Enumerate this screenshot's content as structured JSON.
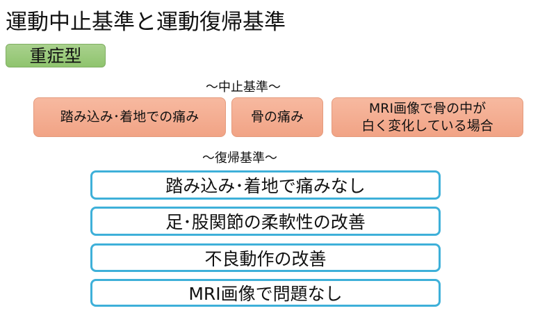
{
  "title": "運動中止基準と運動復帰基準",
  "badge": "重症型",
  "stop": {
    "heading": "～中止基準～",
    "items": [
      "踏み込み･着地での痛み",
      "骨の痛み",
      "MRI画像で骨の中が\n白く変化している場合"
    ]
  },
  "return": {
    "heading": "～復帰基準～",
    "items": [
      "踏み込み･着地で痛みなし",
      "足･股関節の柔軟性の改善",
      "不良動作の改善",
      "MRI画像で問題なし"
    ]
  }
}
